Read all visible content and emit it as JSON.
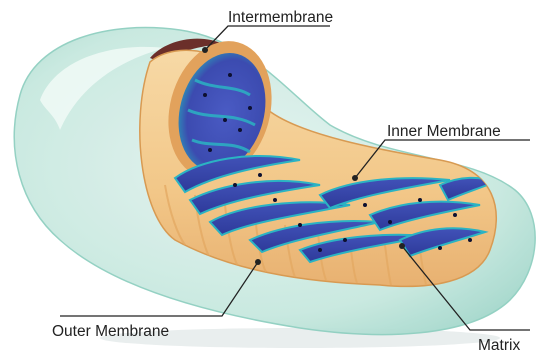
{
  "labels": {
    "intermembrane": "Intermembrane",
    "inner_membrane": "Inner Membrane",
    "outer_membrane": "Outer Membrane",
    "matrix": "Matrix"
  },
  "colors": {
    "outer_membrane": "#cbe9e1",
    "outer_membrane_edge": "#8fcfc0",
    "inner_membrane_body": "#f2c788",
    "inner_membrane_dark": "#e4a95f",
    "matrix": "#3f4fb8",
    "matrix_light": "#2bb3c3",
    "intermembrane_cap": "#6b2f2a",
    "leader_line": "#222222"
  }
}
